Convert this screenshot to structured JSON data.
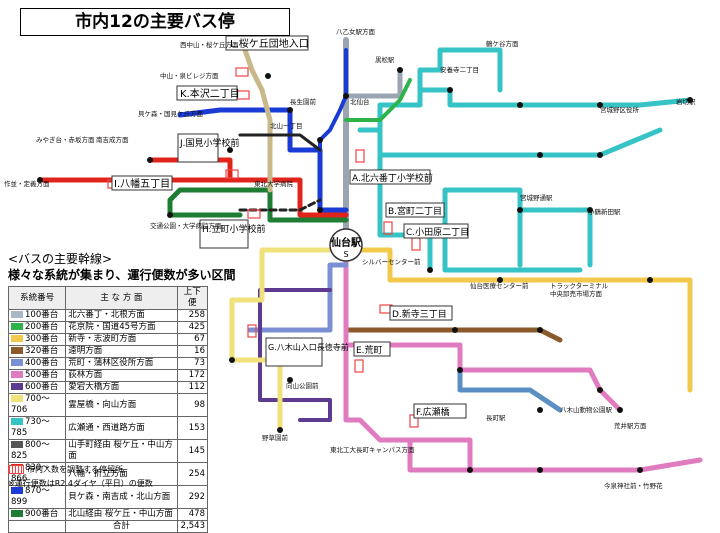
{
  "title": "市内12の主要バス停",
  "section_title": "<バスの主要幹線>",
  "section_sub": "様々な系統が集まり、運行便数が多い区間",
  "table": {
    "headers": [
      "系統番号",
      "主 な 方 面",
      "上下便"
    ],
    "rows": [
      {
        "color": "#aab7c4",
        "num": "100番台",
        "dir": "北六番丁・北根方面",
        "count": "258"
      },
      {
        "color": "#2db34a",
        "num": "200番台",
        "dir": "花京院・国道45号方面",
        "count": "425"
      },
      {
        "color": "#f2c94c",
        "num": "300番台",
        "dir": "新寺・志波町方面",
        "count": "67"
      },
      {
        "color": "#8b5a2b",
        "num": "320番台",
        "dir": "遠明方面",
        "count": "16"
      },
      {
        "color": "#7b8fd4",
        "num": "400番台",
        "dir": "荒町・蒲林区役所方面",
        "count": "73"
      },
      {
        "color": "#e07bc0",
        "num": "500番台",
        "dir": "荻林方面",
        "count": "172"
      },
      {
        "color": "#5b3a8f",
        "num": "600番台",
        "dir": "愛宕大橋方面",
        "count": "112"
      },
      {
        "color": "#f0e27a",
        "num": "700～706",
        "dir": "霊屋橋・向山方面",
        "count": "98"
      },
      {
        "color": "#36c3c6",
        "num": "730～785",
        "dir": "広瀬通・西道路方面",
        "count": "153"
      },
      {
        "color": "#555555",
        "num": "800～825",
        "dir": "山手町経由 桜ケ丘・中山方面",
        "count": "145"
      },
      {
        "color": "#e0241b",
        "num": "830～866",
        "dir": "八幡・折立方面",
        "count": "254"
      },
      {
        "color": "#1a3bd6",
        "num": "870～899",
        "dir": "貝ケ森・南吉成・北山方面",
        "count": "292"
      },
      {
        "color": "#1e7c33",
        "num": "900番台",
        "dir": "北山経由 桜ケ丘・中山方面",
        "count": "478"
      }
    ],
    "total_label": "合計",
    "total": "2,543"
  },
  "legend_text": "市内人数を調整する停留所",
  "note": "※運行便数はR2.4ダイヤ（平日）の便数",
  "stops": [
    {
      "id": "L",
      "label": "L.桜ケ丘団地入口"
    },
    {
      "id": "K",
      "label": "K.本沢二丁目"
    },
    {
      "id": "J",
      "label": "J.国見小学校前"
    },
    {
      "id": "I",
      "label": "I.八幡五丁目"
    },
    {
      "id": "H",
      "label": "H.立町小学校前"
    },
    {
      "id": "A",
      "label": "A.北六番丁小学校前"
    },
    {
      "id": "B",
      "label": "B.宮町二丁目"
    },
    {
      "id": "C",
      "label": "C.小田原二丁目"
    },
    {
      "id": "D",
      "label": "D.新寺三丁目"
    },
    {
      "id": "G",
      "label": "G.八木山入口長徳寺前"
    },
    {
      "id": "E",
      "label": "E.荒町"
    },
    {
      "id": "F",
      "label": "F.広瀬橋"
    }
  ],
  "station": "仙台駅",
  "station_mark": "S",
  "place_labels": [
    "八乙女駅方面",
    "西中山・桜ケ丘方面",
    "中山・泉ビレジ方面",
    "貝ケ森・国見ケ丘方面",
    "みやぎ台・赤坂方面",
    "南吉成方面",
    "作並・定義方面",
    "黒松駅",
    "北仙台",
    "北山一丁目",
    "長生園前",
    "鶴ケ谷方面",
    "安養寺二丁目",
    "宮城野区役所",
    "岩切駅",
    "東北大学病院",
    "宮城野通駅",
    "小鶴新田駅",
    "仙台医療センター前",
    "トラックターミナル",
    "中央卸売市場方面",
    "シルバーセンター前",
    "向山公園前",
    "野草園前",
    "長町駅",
    "東北工大長町キャンパス方面",
    "今泉神社前・竹野花",
    "荒井駅方面",
    "八木山動物公園駅",
    "交通公園・大学病院方面"
  ]
}
